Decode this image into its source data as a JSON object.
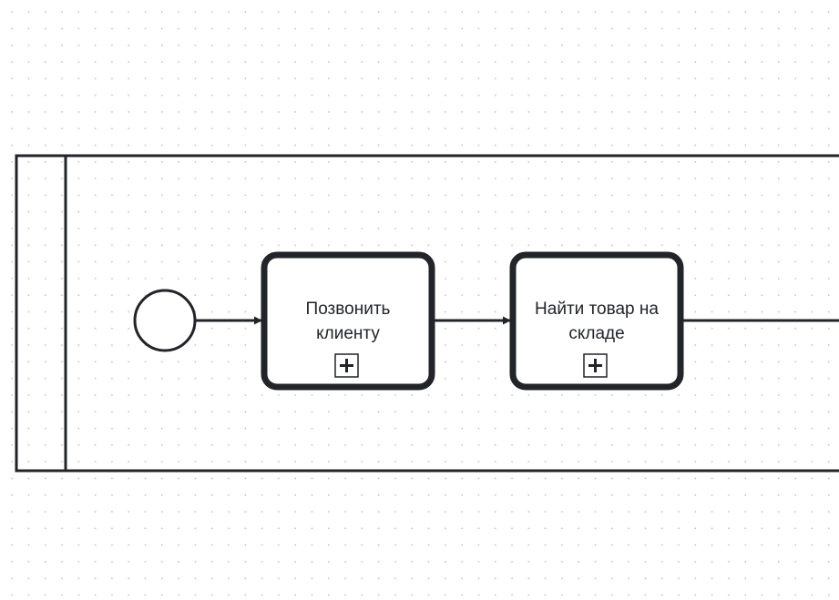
{
  "diagram": {
    "stroke_color": "#22242a",
    "start_event": {
      "label": ""
    },
    "tasks": [
      {
        "lines": [
          "Позвонить",
          "клиенту"
        ],
        "marker": "subprocess-plus-icon"
      },
      {
        "lines": [
          "Найти товар на",
          "складе"
        ],
        "marker": "subprocess-plus-icon"
      }
    ]
  }
}
